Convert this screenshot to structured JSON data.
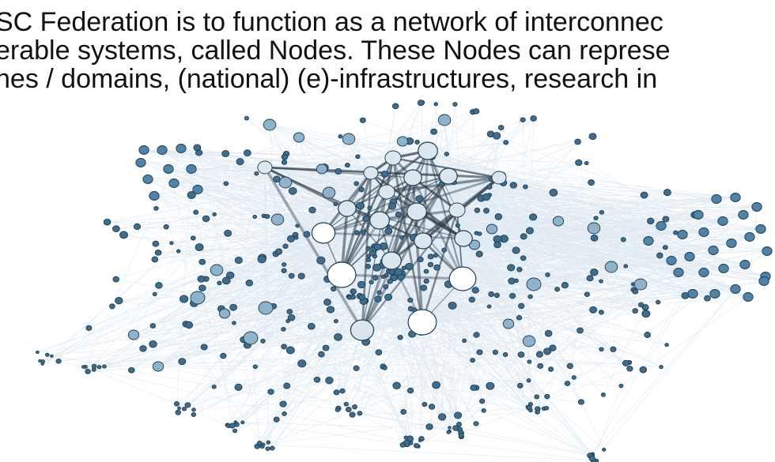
{
  "caption": {
    "line1": "SC Federation is to function as a network of interconnec",
    "line2": "erable systems, called Nodes. These Nodes can represe",
    "line3": "nes / domains, (national) (e)-infrastructures, research in"
  },
  "colors": {
    "edge": "#3f7fae",
    "hub_fill": "#ffffff",
    "large_node_fill": "#dbe6ee",
    "medium_node_fill": "#8fb3ca",
    "small_node_fill": "#3d6e8e",
    "node_stroke": "#1f3c52",
    "strong_edge": "#2a3a48"
  },
  "graph": {
    "type": "network",
    "node_size_tiers": [
      "hub",
      "large",
      "medium",
      "small"
    ]
  }
}
